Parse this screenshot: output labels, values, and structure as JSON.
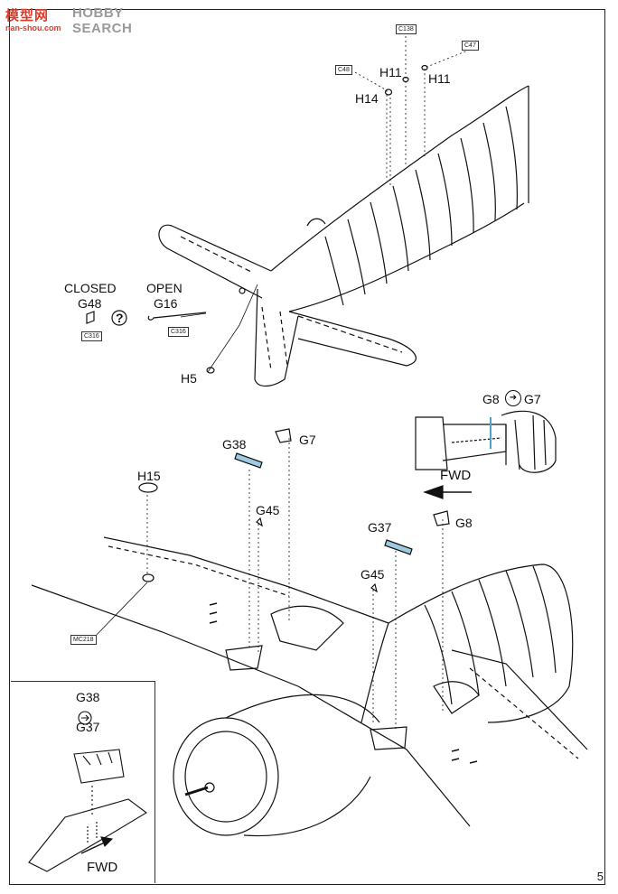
{
  "watermark": {
    "logo": "模型网",
    "brand": "HOBBY SEARCH",
    "url": "nan-shou.com"
  },
  "callouts": {
    "c138": "C138",
    "c47": "C47",
    "c48": "C48",
    "h11_a": "H11",
    "h11_b": "H11",
    "h14": "H14",
    "closed": "CLOSED",
    "open": "OPEN",
    "g48": "G48",
    "g16": "G16",
    "question": "?",
    "c316_a": "C316",
    "c316_b": "C316",
    "h5": "H5",
    "g8_main": "G8",
    "g7_main": "G7",
    "fwd_main": "FWD",
    "g38": "G38",
    "g7": "G7",
    "h15": "H15",
    "g45_a": "G45",
    "g37": "G37",
    "g8": "G8",
    "g45_b": "G45",
    "mc218": "MC218",
    "inset_g38": "G38",
    "inset_g37": "G37",
    "inset_fwd": "FWD",
    "page_number": "5"
  }
}
